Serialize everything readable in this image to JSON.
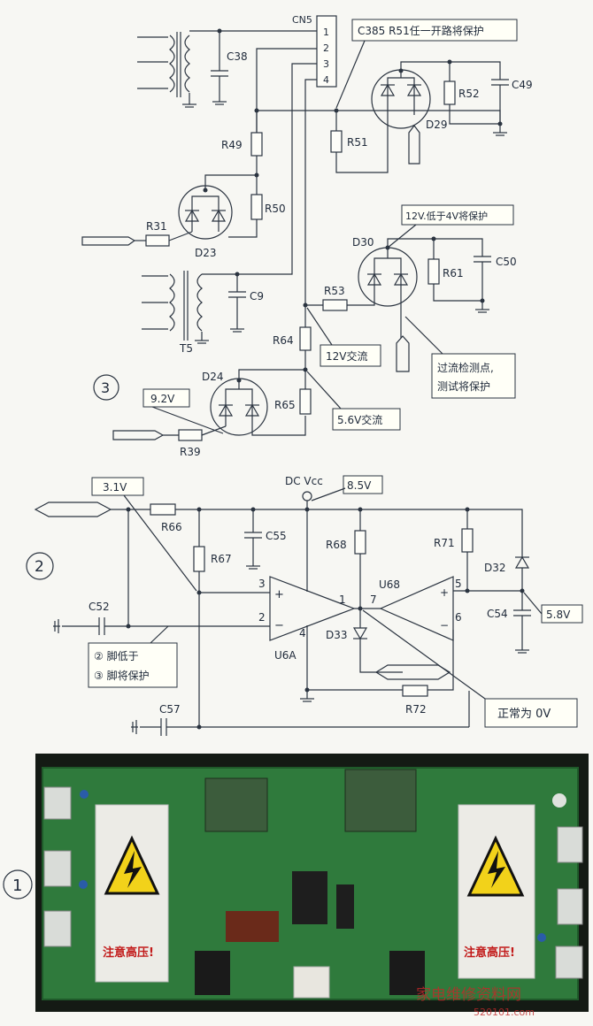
{
  "schematic_top": {
    "cn5_label": "CN5",
    "cn5_pins": [
      "1",
      "2",
      "3",
      "4"
    ],
    "c38": "C38",
    "note_c385": "C385 R51任一开路将保护",
    "r49": "R49",
    "r50": "R50",
    "r51": "R51",
    "r52": "R52",
    "c49": "C49",
    "d29": "D29",
    "d23": "D23",
    "r31": "R31",
    "note_12v_low": "12V.低于4V将保护",
    "d30": "D30",
    "r61": "R61",
    "c50": "C50",
    "r53": "R53",
    "c9": "C9",
    "t5": "T5",
    "r64": "R64",
    "note_12v_ac": "12V交流",
    "note_overcurrent_1": "过流检测点,",
    "note_overcurrent_2": "测试将保护",
    "circle_3": "3",
    "d24": "D24",
    "note_9v2": "9.2V",
    "r65": "R65",
    "note_5v6_ac": "5.6V交流",
    "r39": "R39"
  },
  "schematic_mid": {
    "note_3v1": "3.1V",
    "dc_vcc": "DC  Vcc",
    "note_8v5": "8.5V",
    "r66": "R66",
    "c55": "C55",
    "r68": "R68",
    "r71": "R71",
    "d32": "D32",
    "circle_2": "2",
    "r67": "R67",
    "u68": "U68",
    "pin3": "3",
    "pin2": "2",
    "pin1": "1",
    "pin7": "7",
    "pin4": "4",
    "pin5": "5",
    "pin6": "6",
    "plus": "+",
    "minus": "−",
    "c52": "C52",
    "d33": "D33",
    "u6a": "U6A",
    "c54": "C54",
    "note_5v8": "5.8V",
    "note_pins_1": "② 脚低于",
    "note_pins_2": "③ 脚将保护",
    "c57": "C57",
    "r72": "R72",
    "note_normal": "正常为 0V"
  },
  "photo": {
    "circle_1": "1",
    "warning_left": "注意高压!",
    "warning_right": "注意高压!",
    "watermark": "家电维修资料网",
    "watermark_url": "520101.com"
  }
}
